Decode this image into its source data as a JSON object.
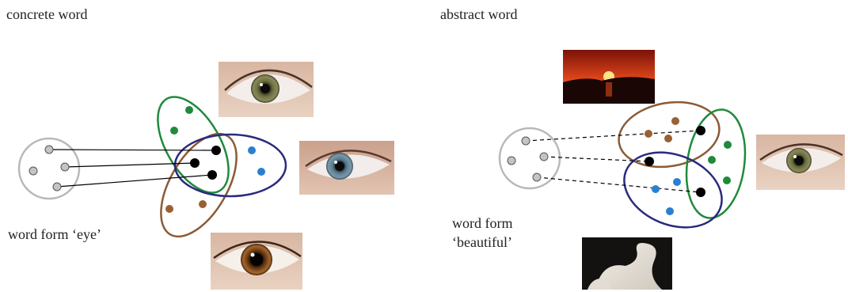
{
  "panels": {
    "concrete": {
      "title": "concrete word",
      "word_form": "word form ‘eye’"
    },
    "abstract": {
      "title": "abstract word",
      "word_form_line1": "word form",
      "word_form_line2": "‘beautiful’"
    }
  },
  "colors": {
    "word_form_circle": "#b8b8b8",
    "word_form_node": "#c4c4c4",
    "green_cluster": "#1f8a3c",
    "brown_cluster": "#8b5a36",
    "blue_cluster": "#2a2a7e",
    "blue_node": "#2a7fd0",
    "active_node": "#000000"
  },
  "images": {
    "concrete": [
      "green-eye-photo",
      "blue-eye-photo",
      "brown-eye-photo"
    ],
    "abstract": [
      "sunset-photo",
      "green-eye-photo",
      "sculpture-photo"
    ]
  }
}
